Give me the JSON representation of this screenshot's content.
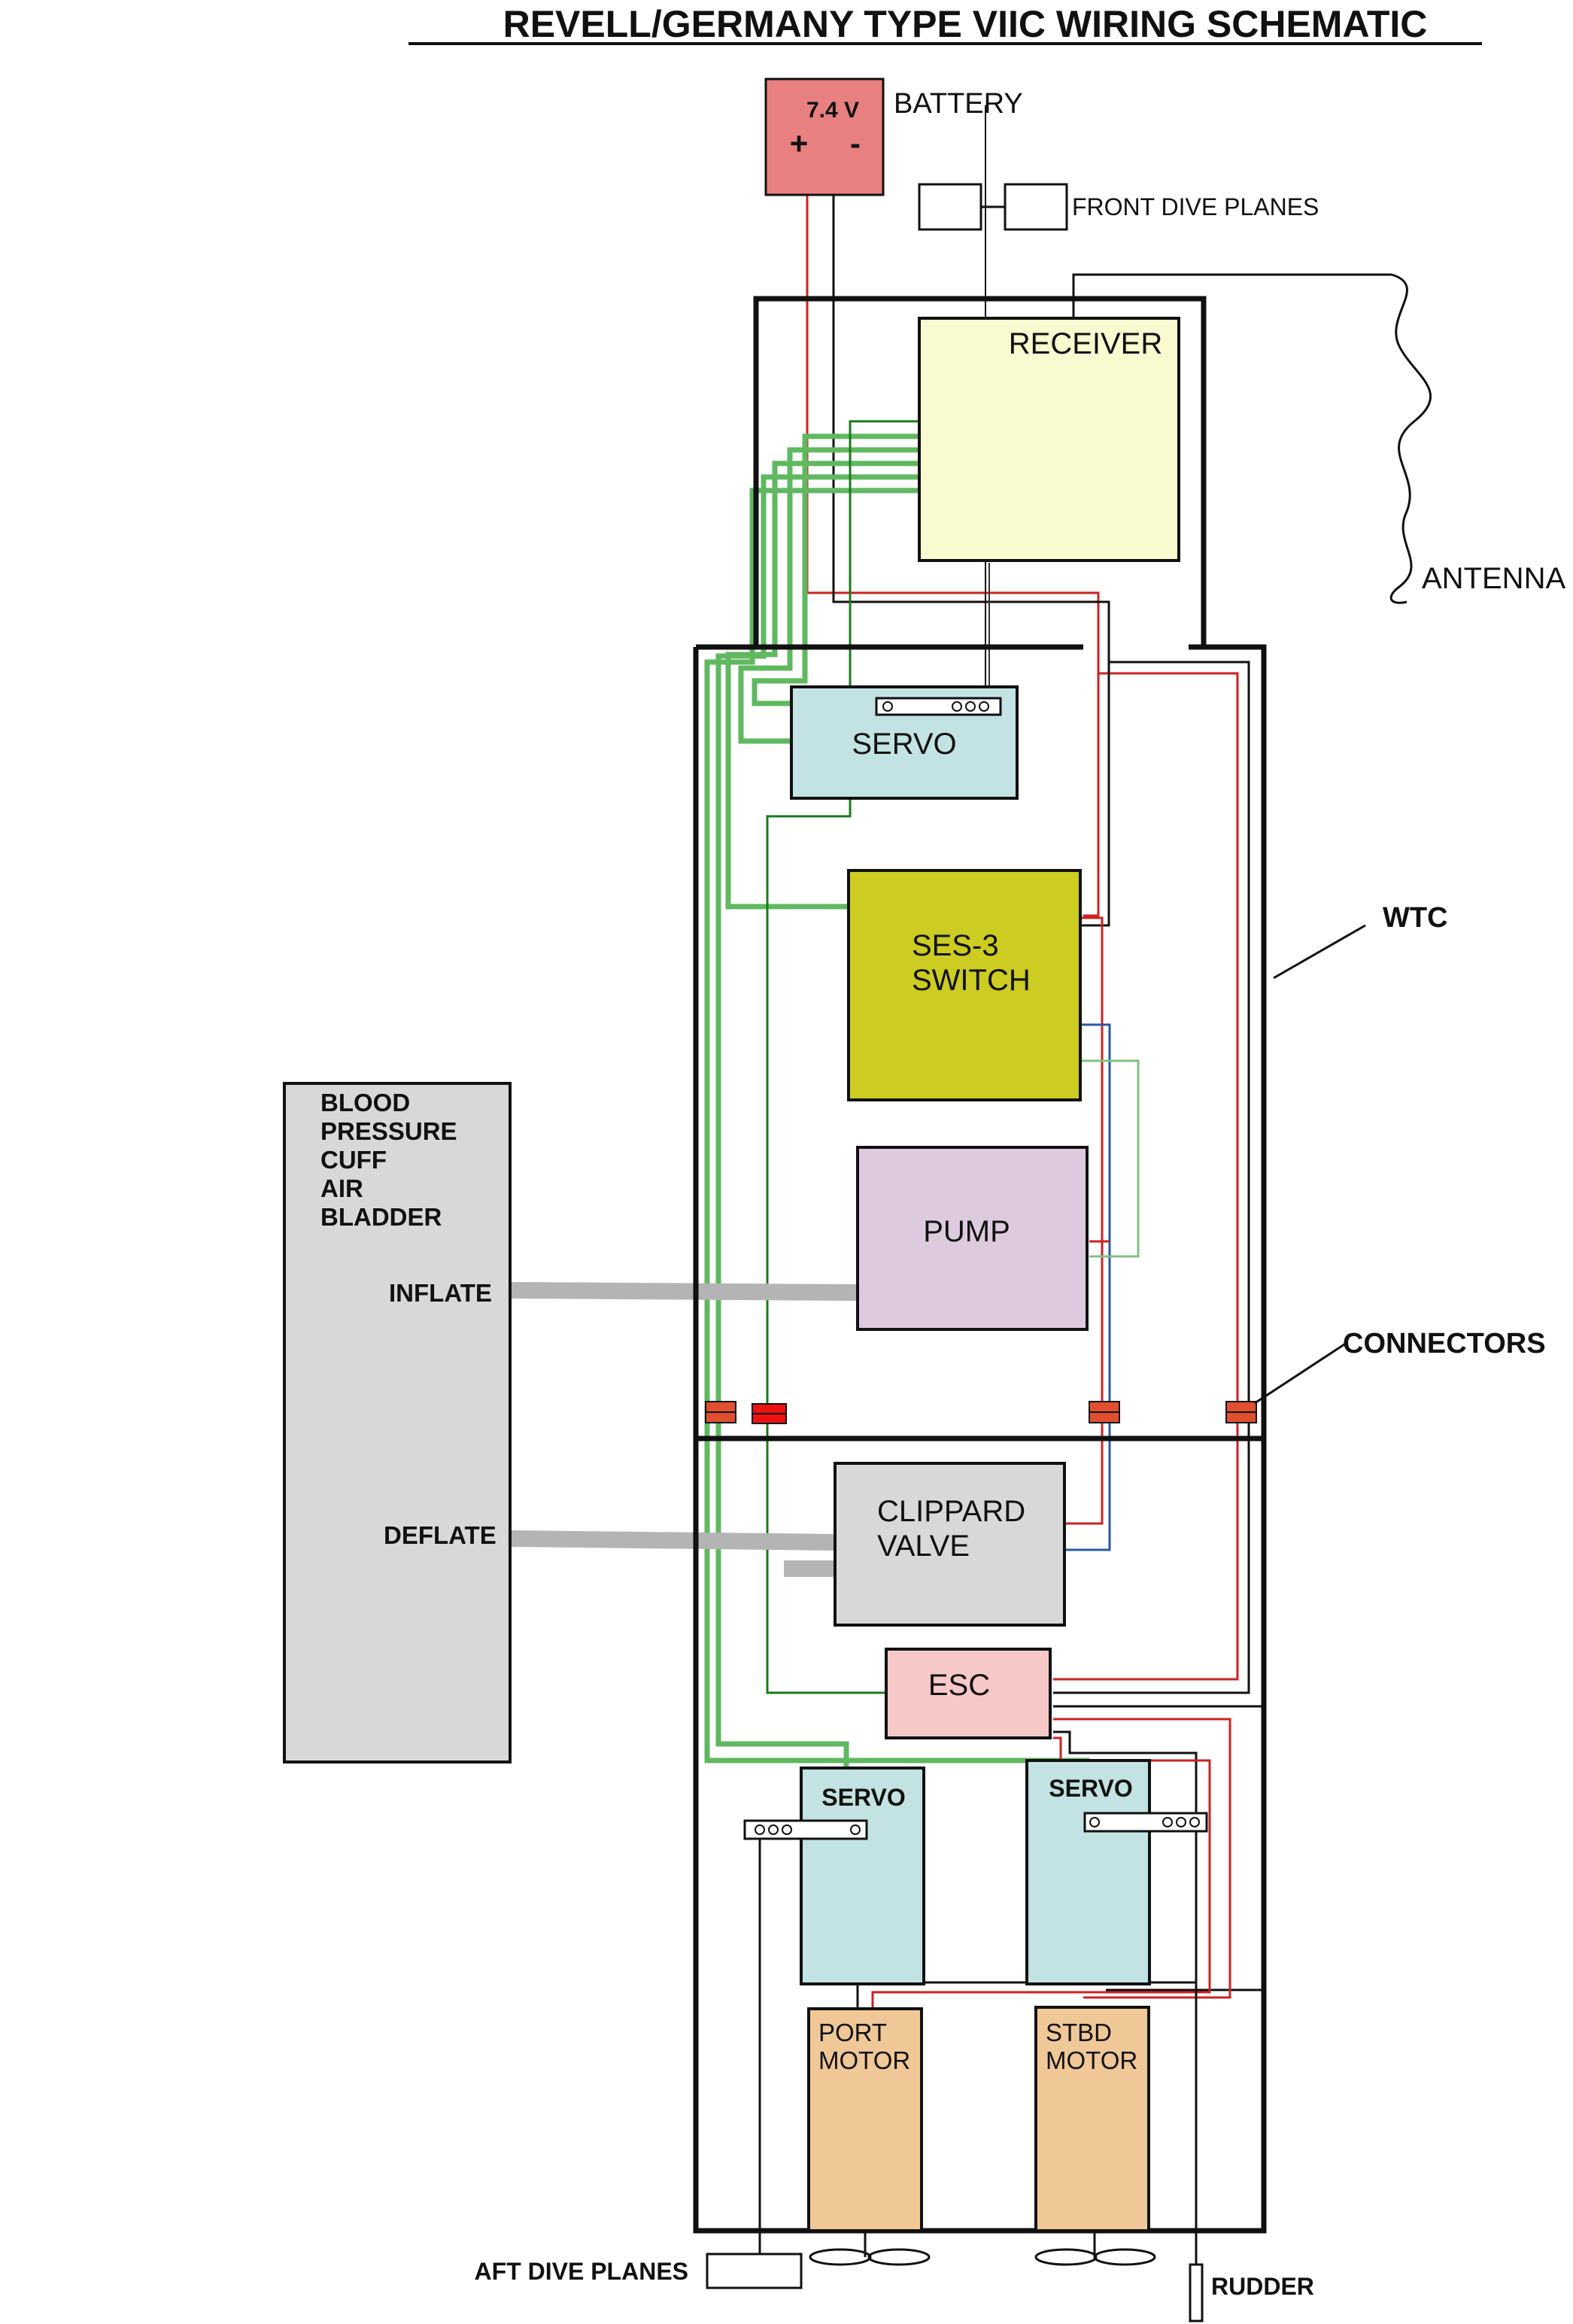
{
  "title": "REVELL/GERMANY TYPE VIIC WIRING SCHEMATIC",
  "battery": {
    "voltage": "7.4 V",
    "plus": "+",
    "minus": "-",
    "label": "BATTERY"
  },
  "front_dive_planes": "FRONT DIVE PLANES",
  "receiver": "RECEIVER",
  "antenna": "ANTENNA",
  "servo_front": "SERVO",
  "ses_switch": {
    "line1": "SES-3",
    "line2": "SWITCH"
  },
  "wtc": "WTC",
  "pump": "PUMP",
  "bladder": {
    "lines": [
      "BLOOD",
      "PRESSURE",
      "CUFF",
      "AIR",
      "BLADDER"
    ],
    "inflate": "INFLATE",
    "deflate": "DEFLATE"
  },
  "connectors": "CONNECTORS",
  "clippard": {
    "line1": "CLIPPARD",
    "line2": "VALVE"
  },
  "esc": "ESC",
  "servo_port": "SERVO",
  "servo_stbd": "SERVO",
  "port_motor": {
    "line1": "PORT",
    "line2": "MOTOR"
  },
  "stbd_motor": {
    "line1": "STBD",
    "line2": "MOTOR"
  },
  "aft_dive_planes": "AFT DIVE PLANES",
  "rudder": "RUDDER",
  "colors": {
    "battery": "#e88080",
    "receiver": "#fafad0",
    "servo": "#c3e2e3",
    "switch": "#cccc22",
    "pump": "#decadf",
    "valve": "#d8d8d8",
    "esc": "#f6c8c8",
    "motor": "#f0c898",
    "wire_red": "#cc2222",
    "wire_green": "#60b860",
    "wire_dark_green": "#1a7a1a",
    "wire_blue": "#2a5aa0",
    "wire_light_green": "#80c080",
    "connector": "#e05030",
    "air_line": "#b4b4b4"
  }
}
